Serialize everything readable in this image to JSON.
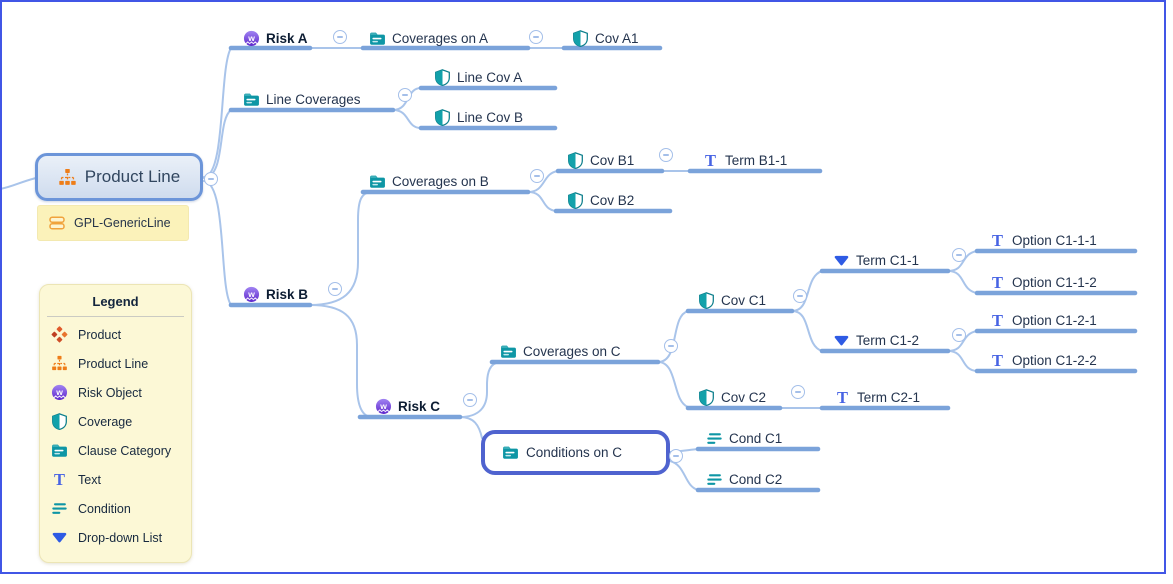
{
  "window": {
    "border_color": "#4156e6",
    "background": "#ffffff"
  },
  "root": {
    "label": "Product Line",
    "icon": "product-line"
  },
  "root_tag": {
    "label": "GPL-GenericLine",
    "icon": "generic-line"
  },
  "selected_node": {
    "id": "condOnC",
    "label": "Conditions on C",
    "icon": "clause-category"
  },
  "tree": [
    {
      "id": "riskA",
      "label": "Risk A",
      "icon": "risk",
      "bold": true
    },
    {
      "id": "covOnA",
      "label": "Coverages on A",
      "icon": "clause-category"
    },
    {
      "id": "covA1",
      "label": "Cov A1",
      "icon": "coverage"
    },
    {
      "id": "lineCoverages",
      "label": "Line Coverages",
      "icon": "clause-category"
    },
    {
      "id": "lineCovA",
      "label": "Line Cov A",
      "icon": "coverage"
    },
    {
      "id": "lineCovB",
      "label": "Line Cov B",
      "icon": "coverage"
    },
    {
      "id": "riskB",
      "label": "Risk B",
      "icon": "risk",
      "bold": true
    },
    {
      "id": "covOnB",
      "label": "Coverages on B",
      "icon": "clause-category"
    },
    {
      "id": "covB1",
      "label": "Cov B1",
      "icon": "coverage"
    },
    {
      "id": "termB11",
      "label": "Term B1-1",
      "icon": "text"
    },
    {
      "id": "covB2",
      "label": "Cov B2",
      "icon": "coverage"
    },
    {
      "id": "riskC",
      "label": "Risk C",
      "icon": "risk",
      "bold": true
    },
    {
      "id": "covOnC",
      "label": "Coverages on C",
      "icon": "clause-category"
    },
    {
      "id": "covC1",
      "label": "Cov C1",
      "icon": "coverage"
    },
    {
      "id": "termC11",
      "label": "Term C1-1",
      "icon": "dropdown"
    },
    {
      "id": "opt111",
      "label": "Option C1-1-1",
      "icon": "text"
    },
    {
      "id": "opt112",
      "label": "Option C1-1-2",
      "icon": "text"
    },
    {
      "id": "termC12",
      "label": "Term C1-2",
      "icon": "dropdown"
    },
    {
      "id": "opt121",
      "label": "Option C1-2-1",
      "icon": "text"
    },
    {
      "id": "opt122",
      "label": "Option C1-2-2",
      "icon": "text"
    },
    {
      "id": "covC2",
      "label": "Cov C2",
      "icon": "coverage"
    },
    {
      "id": "termC21",
      "label": "Term C2-1",
      "icon": "text"
    },
    {
      "id": "condC1",
      "label": "Cond C1",
      "icon": "condition"
    },
    {
      "id": "condC2",
      "label": "Cond C2",
      "icon": "condition"
    }
  ],
  "legend": {
    "title": "Legend",
    "items": [
      {
        "label": "Product",
        "icon": "product"
      },
      {
        "label": "Product Line",
        "icon": "product-line"
      },
      {
        "label": "Risk Object",
        "icon": "risk"
      },
      {
        "label": "Coverage",
        "icon": "coverage"
      },
      {
        "label": "Clause Category",
        "icon": "clause-category"
      },
      {
        "label": "Text",
        "icon": "text"
      },
      {
        "label": "Condition",
        "icon": "condition"
      },
      {
        "label": "Drop-down List",
        "icon": "dropdown"
      }
    ]
  },
  "colors": {
    "branch": "#7ba3da",
    "connector": "#a9c4ea",
    "teal": "#0e96a5",
    "text_blue": "#4763e4",
    "risk_purple": "#5f27cc",
    "orange": "#ee7d18",
    "selection": "#4f63cf"
  }
}
